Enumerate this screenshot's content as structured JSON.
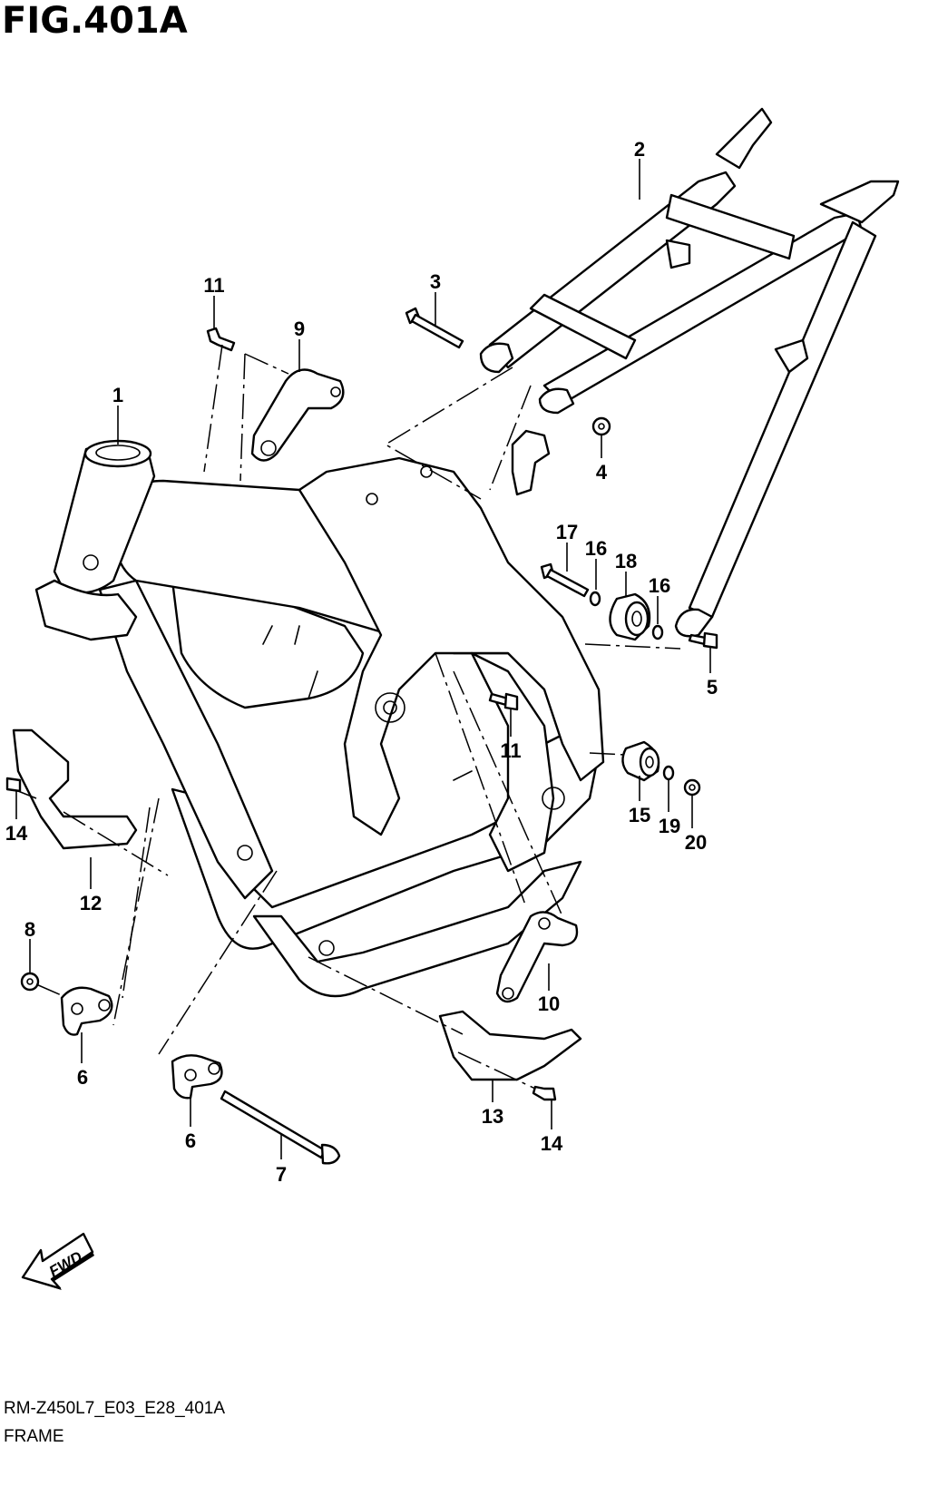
{
  "figure": {
    "title": "FIG.401A",
    "code": "RM-Z450L7_E03_E28_401A",
    "name": "FRAME",
    "fwd_label": "FWD"
  },
  "callouts": [
    "1",
    "2",
    "3",
    "4",
    "5",
    "6",
    "6",
    "7",
    "8",
    "9",
    "10",
    "11",
    "11",
    "12",
    "13",
    "14",
    "14",
    "15",
    "16",
    "16",
    "17",
    "18",
    "19",
    "20"
  ],
  "icons": {
    "direction": "fwd-arrow-icon"
  }
}
